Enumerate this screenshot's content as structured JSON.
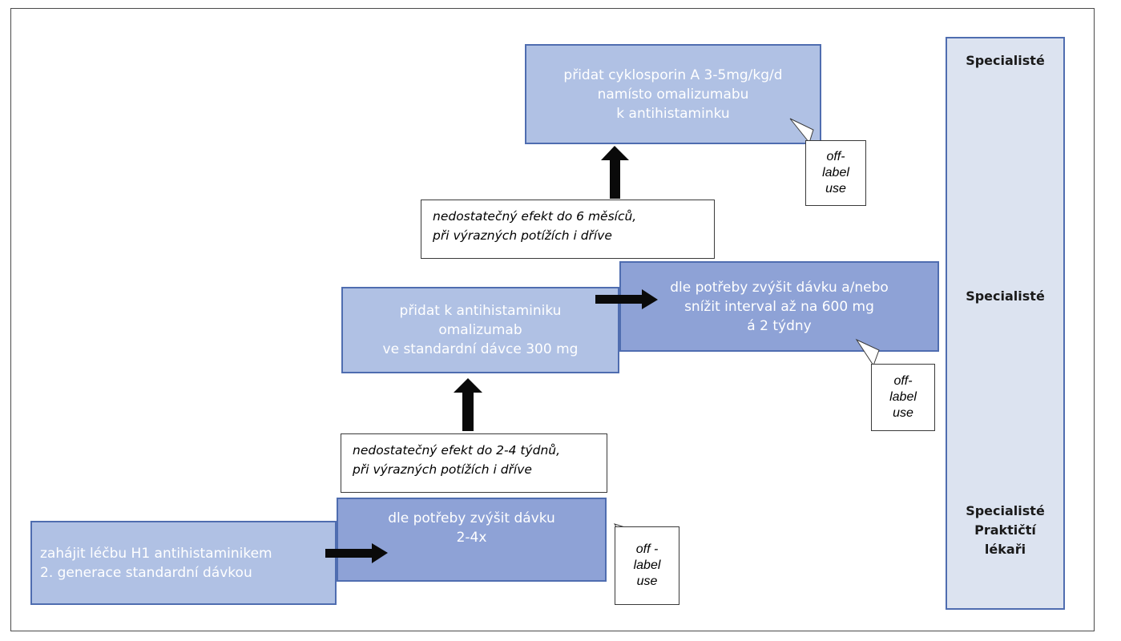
{
  "steps": {
    "step1": {
      "lines": [
        "zahájit léčbu H1 antihistaminikem",
        "2. generace standardní dávkou"
      ]
    },
    "step1b": {
      "lines": [
        "dle potřeby zvýšit dávku",
        "2-4x"
      ]
    },
    "step2": {
      "lines": [
        "přidat k antihistaminiku",
        "omalizumab",
        "ve standardní dávce 300 mg"
      ]
    },
    "step2b": {
      "lines": [
        "dle potřeby zvýšit dávku a/nebo",
        "snížit interval až na 600 mg",
        "á 2 týdny"
      ]
    },
    "step3": {
      "lines": [
        "přidat cyklosporin A 3-5mg/kg/d",
        "namísto omalizumabu",
        "k antihistaminku"
      ]
    }
  },
  "notes": {
    "note1": {
      "lines": [
        "nedostatečný efekt do 2-4 týdnů,",
        "při výrazných potížích i dříve"
      ]
    },
    "note2": {
      "lines": [
        "nedostatečný efekt do 6 měsíců,",
        "při výrazných potížích i dříve"
      ]
    }
  },
  "callouts": {
    "c1": {
      "lines": [
        "off -",
        "label",
        "use"
      ]
    },
    "c2": {
      "lines": [
        "off-",
        "label",
        "use"
      ]
    },
    "c3": {
      "lines": [
        "off-",
        "label",
        "use"
      ]
    }
  },
  "sidebar": {
    "label_top": "Specialisté",
    "label_mid": "Specialisté",
    "label_bottom": [
      "Specialisté",
      "Praktičtí",
      "lékaři"
    ]
  },
  "colors": {
    "box_light": "#b0c1e4",
    "box_mid": "#8ea2d6",
    "border": "#4f6db0",
    "sidebar_bg": "#dce3f0",
    "arrow": "#0a0a0a"
  }
}
